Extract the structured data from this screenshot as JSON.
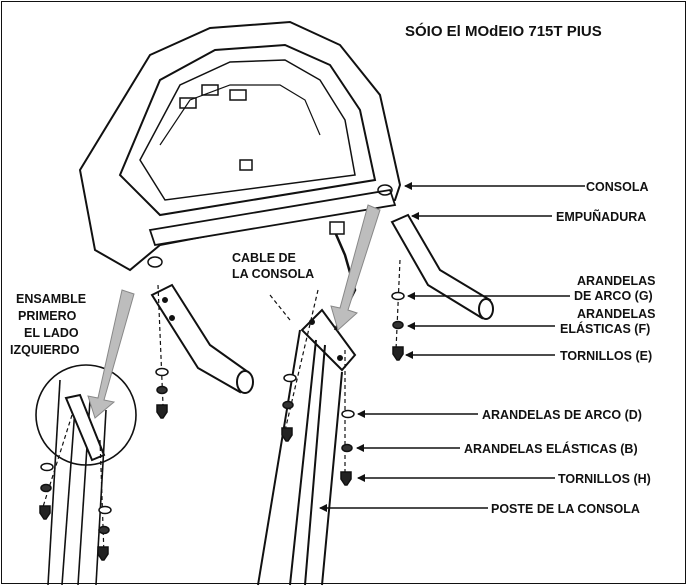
{
  "title": "SÓIO El MOdEIO 715T PIUS",
  "labels": {
    "consola": "CONSOLA",
    "empunadura": "EMPUÑADURA",
    "arandelas_arco_g_1": "ARANDELAS",
    "arandelas_arco_g_2": "DE ARCO (G)",
    "arandelas_elasticas_f_1": "ARANDELAS",
    "arandelas_elasticas_f_2": "ELÁSTICAS (F)",
    "tornillos_e": "TORNILLOS (E)",
    "arandelas_arco_d": "ARANDELAS DE ARCO (D)",
    "arandelas_elasticas_b": "ARANDELAS ELÁSTICAS (B)",
    "tornillos_h": "TORNILLOS (H)",
    "poste_consola": "POSTE DE LA CONSOLA",
    "cable_1": "CABLE DE",
    "cable_2": "LA CONSOLA",
    "ensamble_1": "ENSAMBLE",
    "ensamble_2": "PRIMERO",
    "ensamble_3": "EL LADO",
    "ensamble_4": "IZQUIERDO"
  }
}
